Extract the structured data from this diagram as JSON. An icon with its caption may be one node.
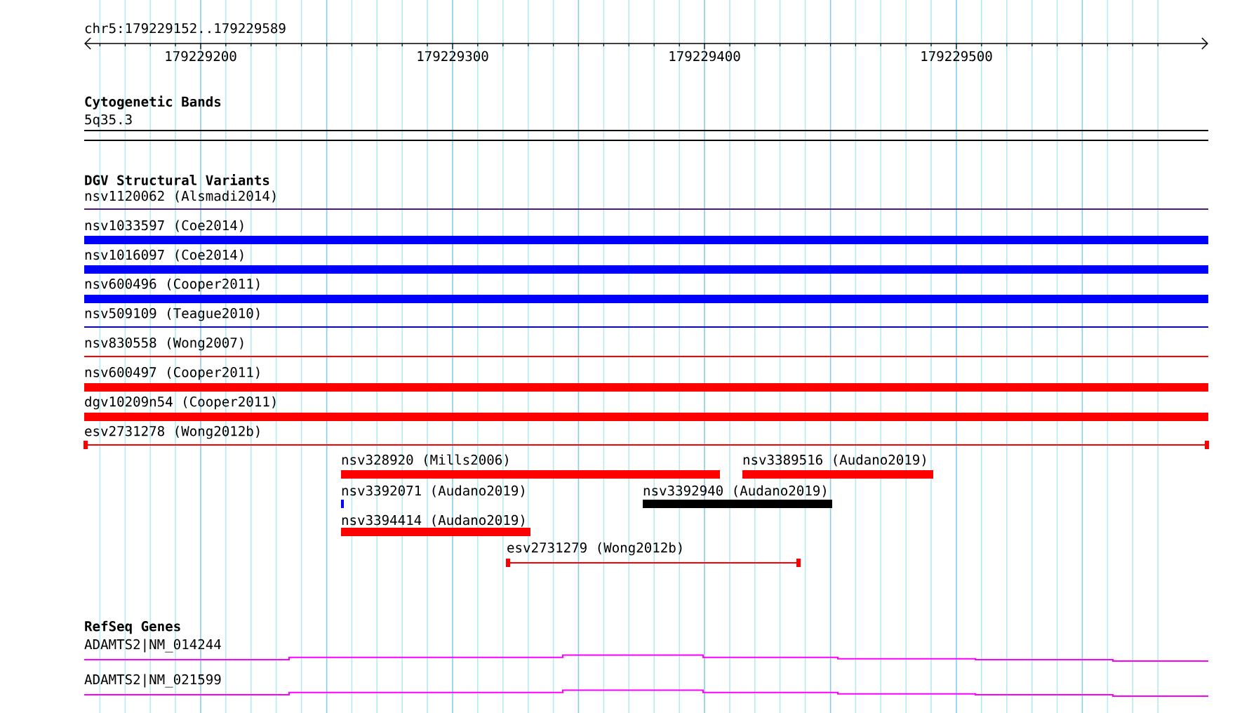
{
  "diagram": {
    "title": "chr5:179229152..179229589",
    "labels": [
      "179229200",
      "179229300",
      "179229400",
      "179229500",
      "Cytogenetic Bands",
      "5q35.3",
      "DGV Structural Variants",
      "nsv1120062 (Alsmadi2014)",
      "nsv1033597 (Coe2014)",
      "nsv1016097 (Coe2014)",
      "nsv600496 (Cooper2011)",
      "nsv509109 (Teague2010)",
      "nsv830558 (Wong2007)",
      "nsv600497 (Cooper2011)",
      "dgv10209n54 (Cooper2011)",
      "esv2731278 (Wong2012b)",
      "nsv328920 (Mills2006)",
      "nsv3389516 (Audano2019)",
      "nsv3392071 (Audano2019)",
      "nsv3392940 (Audano2019)",
      "nsv3394414 (Audano2019)",
      "esv2731279 (Wong2012b)",
      "RefSeq Genes",
      "ADAMTS2|NM_014244",
      "ADAMTS2|NM_021599"
    ]
  }
}
